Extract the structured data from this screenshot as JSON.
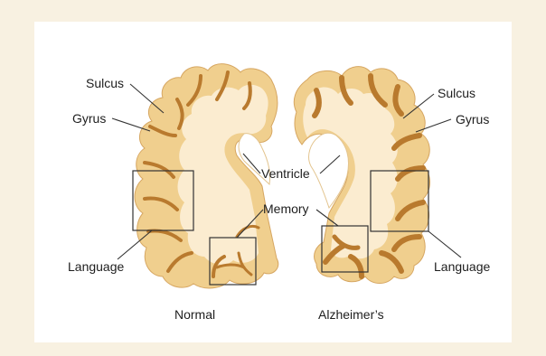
{
  "labels": {
    "normal": {
      "sulcus": "Sulcus",
      "gyrus": "Gyrus",
      "language": "Language",
      "title": "Normal"
    },
    "alzheimers": {
      "sulcus": "Sulcus",
      "gyrus": "Gyrus",
      "language": "Language",
      "title": "Alzheimer’s"
    },
    "shared": {
      "ventricle": "Ventricle",
      "memory": "Memory"
    }
  },
  "colors": {
    "background": "#f8f1e1",
    "panel": "#ffffff",
    "grey_matter": "#f0cf8e",
    "white_matter": "#fbecd0",
    "sulci": "#b97a2e",
    "outline": "#333333"
  }
}
